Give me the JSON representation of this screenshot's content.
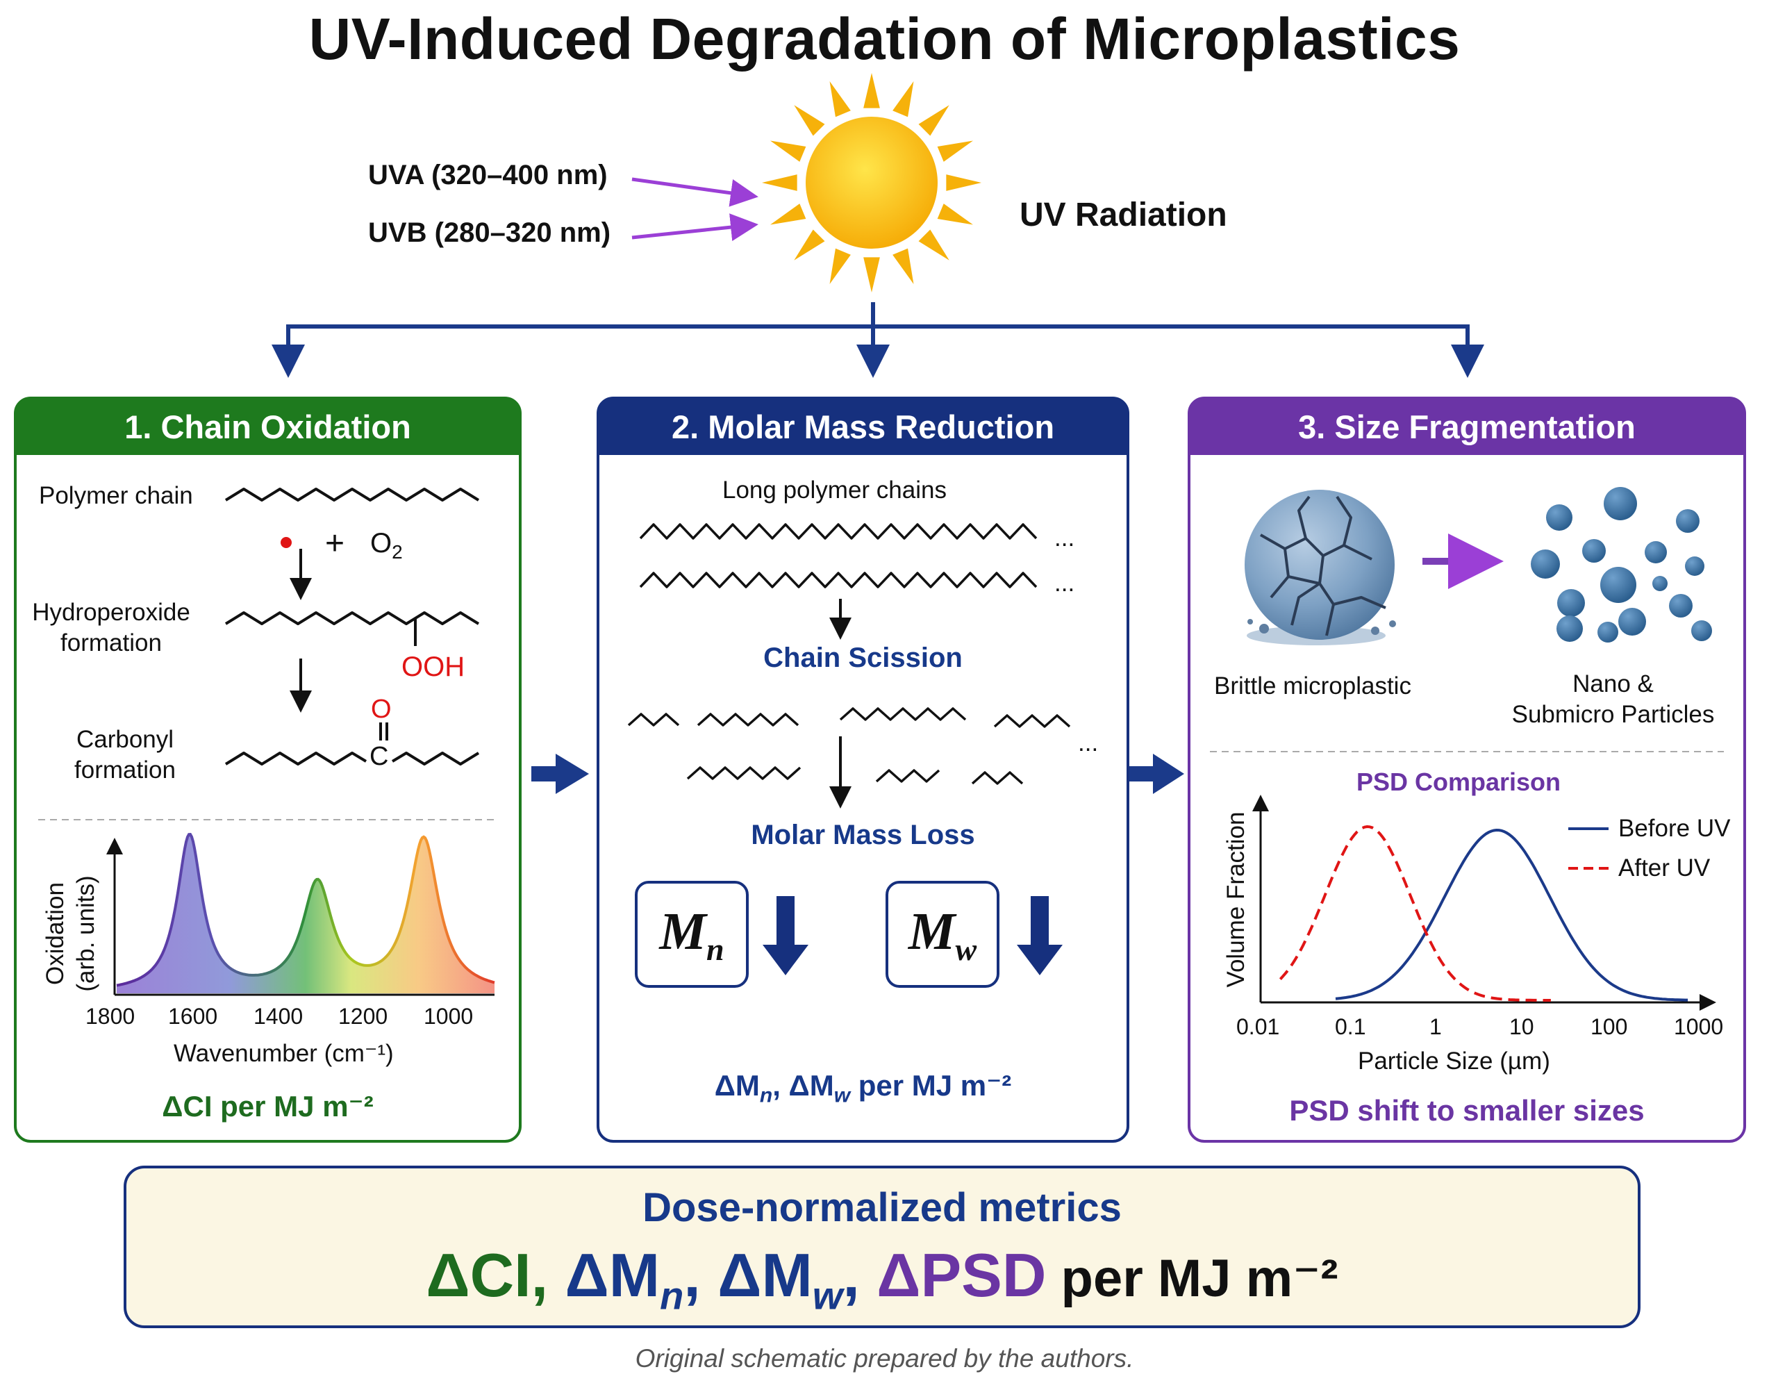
{
  "title": "UV-Induced Degradation of Microplastics",
  "uv": {
    "uva_label": "UVA (320–400 nm)",
    "uvb_label": "UVB (280–320 nm)",
    "radiation_label": "UV Radiation",
    "sun_icon": "sun-icon"
  },
  "panel1": {
    "header": "1. Chain Oxidation",
    "color": "#1e7a1e",
    "polymer_chain": "Polymer chain",
    "radical_plus": "+",
    "o2": "O",
    "o2_sub": "2",
    "hydroperoxide_line1": "Hydroperoxide",
    "hydroperoxide_line2": "formation",
    "ooh": "OOH",
    "carbonyl_line1": "Carbonyl",
    "carbonyl_line2": "formation",
    "carbonyl_o": "O",
    "carbonyl_c": "C",
    "ylabel_line1": "Oxidation",
    "ylabel_line2": "(arb. units)",
    "x_ticks": [
      "1800",
      "1600",
      "1400",
      "1200",
      "1000"
    ],
    "xlabel": "Wavenumber (cm⁻¹)",
    "metric": "ΔCI per MJ m⁻²"
  },
  "panel2": {
    "header": "2. Molar Mass Reduction",
    "color": "#16307e",
    "long_chains": "Long polymer chains",
    "ellipsis": "...",
    "chain_scission": "Chain Scission",
    "molar_mass_loss": "Molar Mass Loss",
    "mn_base": "M",
    "mn_sub": "n",
    "mw_base": "M",
    "mw_sub": "w",
    "metric_a": "ΔM",
    "metric_a_sub": "n",
    "metric_sep": ", ΔM",
    "metric_b_sub": "w",
    "metric_tail": " per MJ m⁻²"
  },
  "panel3": {
    "header": "3. Size Fragmentation",
    "color": "#6b34a6",
    "brittle": "Brittle microplastic",
    "nano_line1": "Nano &",
    "nano_line2": "Submicro Particles",
    "psd_title": "PSD Comparison",
    "ylabel": "Volume Fraction",
    "xlabel": "Particle Size (µm)",
    "x_ticks": [
      "0.01",
      "0.1",
      "1",
      "10",
      "100",
      "1000"
    ],
    "legend": [
      "Before UV",
      "After UV"
    ],
    "metric": "PSD shift to smaller sizes"
  },
  "summary": {
    "heading": "Dose-normalized metrics",
    "ci": "ΔCI,",
    "mn": "ΔM",
    "mn_sub": "n",
    "mn_comma": ",",
    "mw": "ΔM",
    "mw_sub": "w",
    "mw_comma": ",",
    "psd": "ΔPSD",
    "tail": " per MJ m⁻²"
  },
  "footnote": "Original schematic prepared by the authors.",
  "colors": {
    "navy": "#1b3a8a",
    "green": "#1e7a1e",
    "purple": "#6b34a6",
    "red": "#e01515",
    "sun": "#f5b40c"
  }
}
